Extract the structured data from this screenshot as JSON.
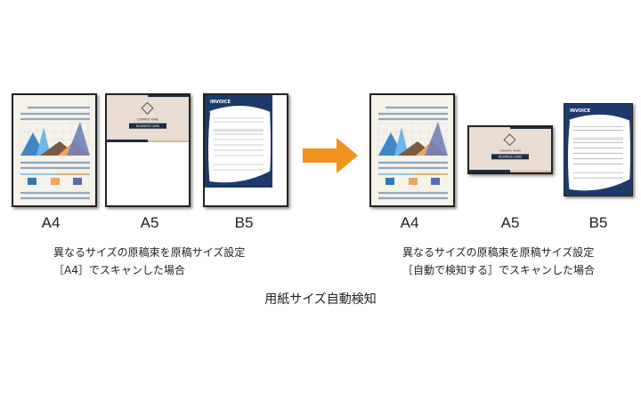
{
  "before": {
    "labels": [
      "A4",
      "A5",
      "B5"
    ],
    "caption": [
      "異なるサイズの原稿束を原稿サイズ設定",
      "［A4］でスキャンした場合"
    ]
  },
  "after": {
    "labels": [
      "A4",
      "A5",
      "B5"
    ],
    "caption": [
      "異なるサイズの原稿束を原稿サイズ設定",
      "［自動で検知する］でスキャンした場合"
    ]
  },
  "title": "用紙サイズ自動検知",
  "card": {
    "company": "COMPANY NAME",
    "label": "BUSINESS CARD"
  },
  "invoice": {
    "heading": "INVOICE"
  },
  "colors": {
    "arrow": "#f0921e",
    "navy": "#1d3a6b",
    "card_bg": "#e9dcd2",
    "paper": "#f5f2ea"
  }
}
